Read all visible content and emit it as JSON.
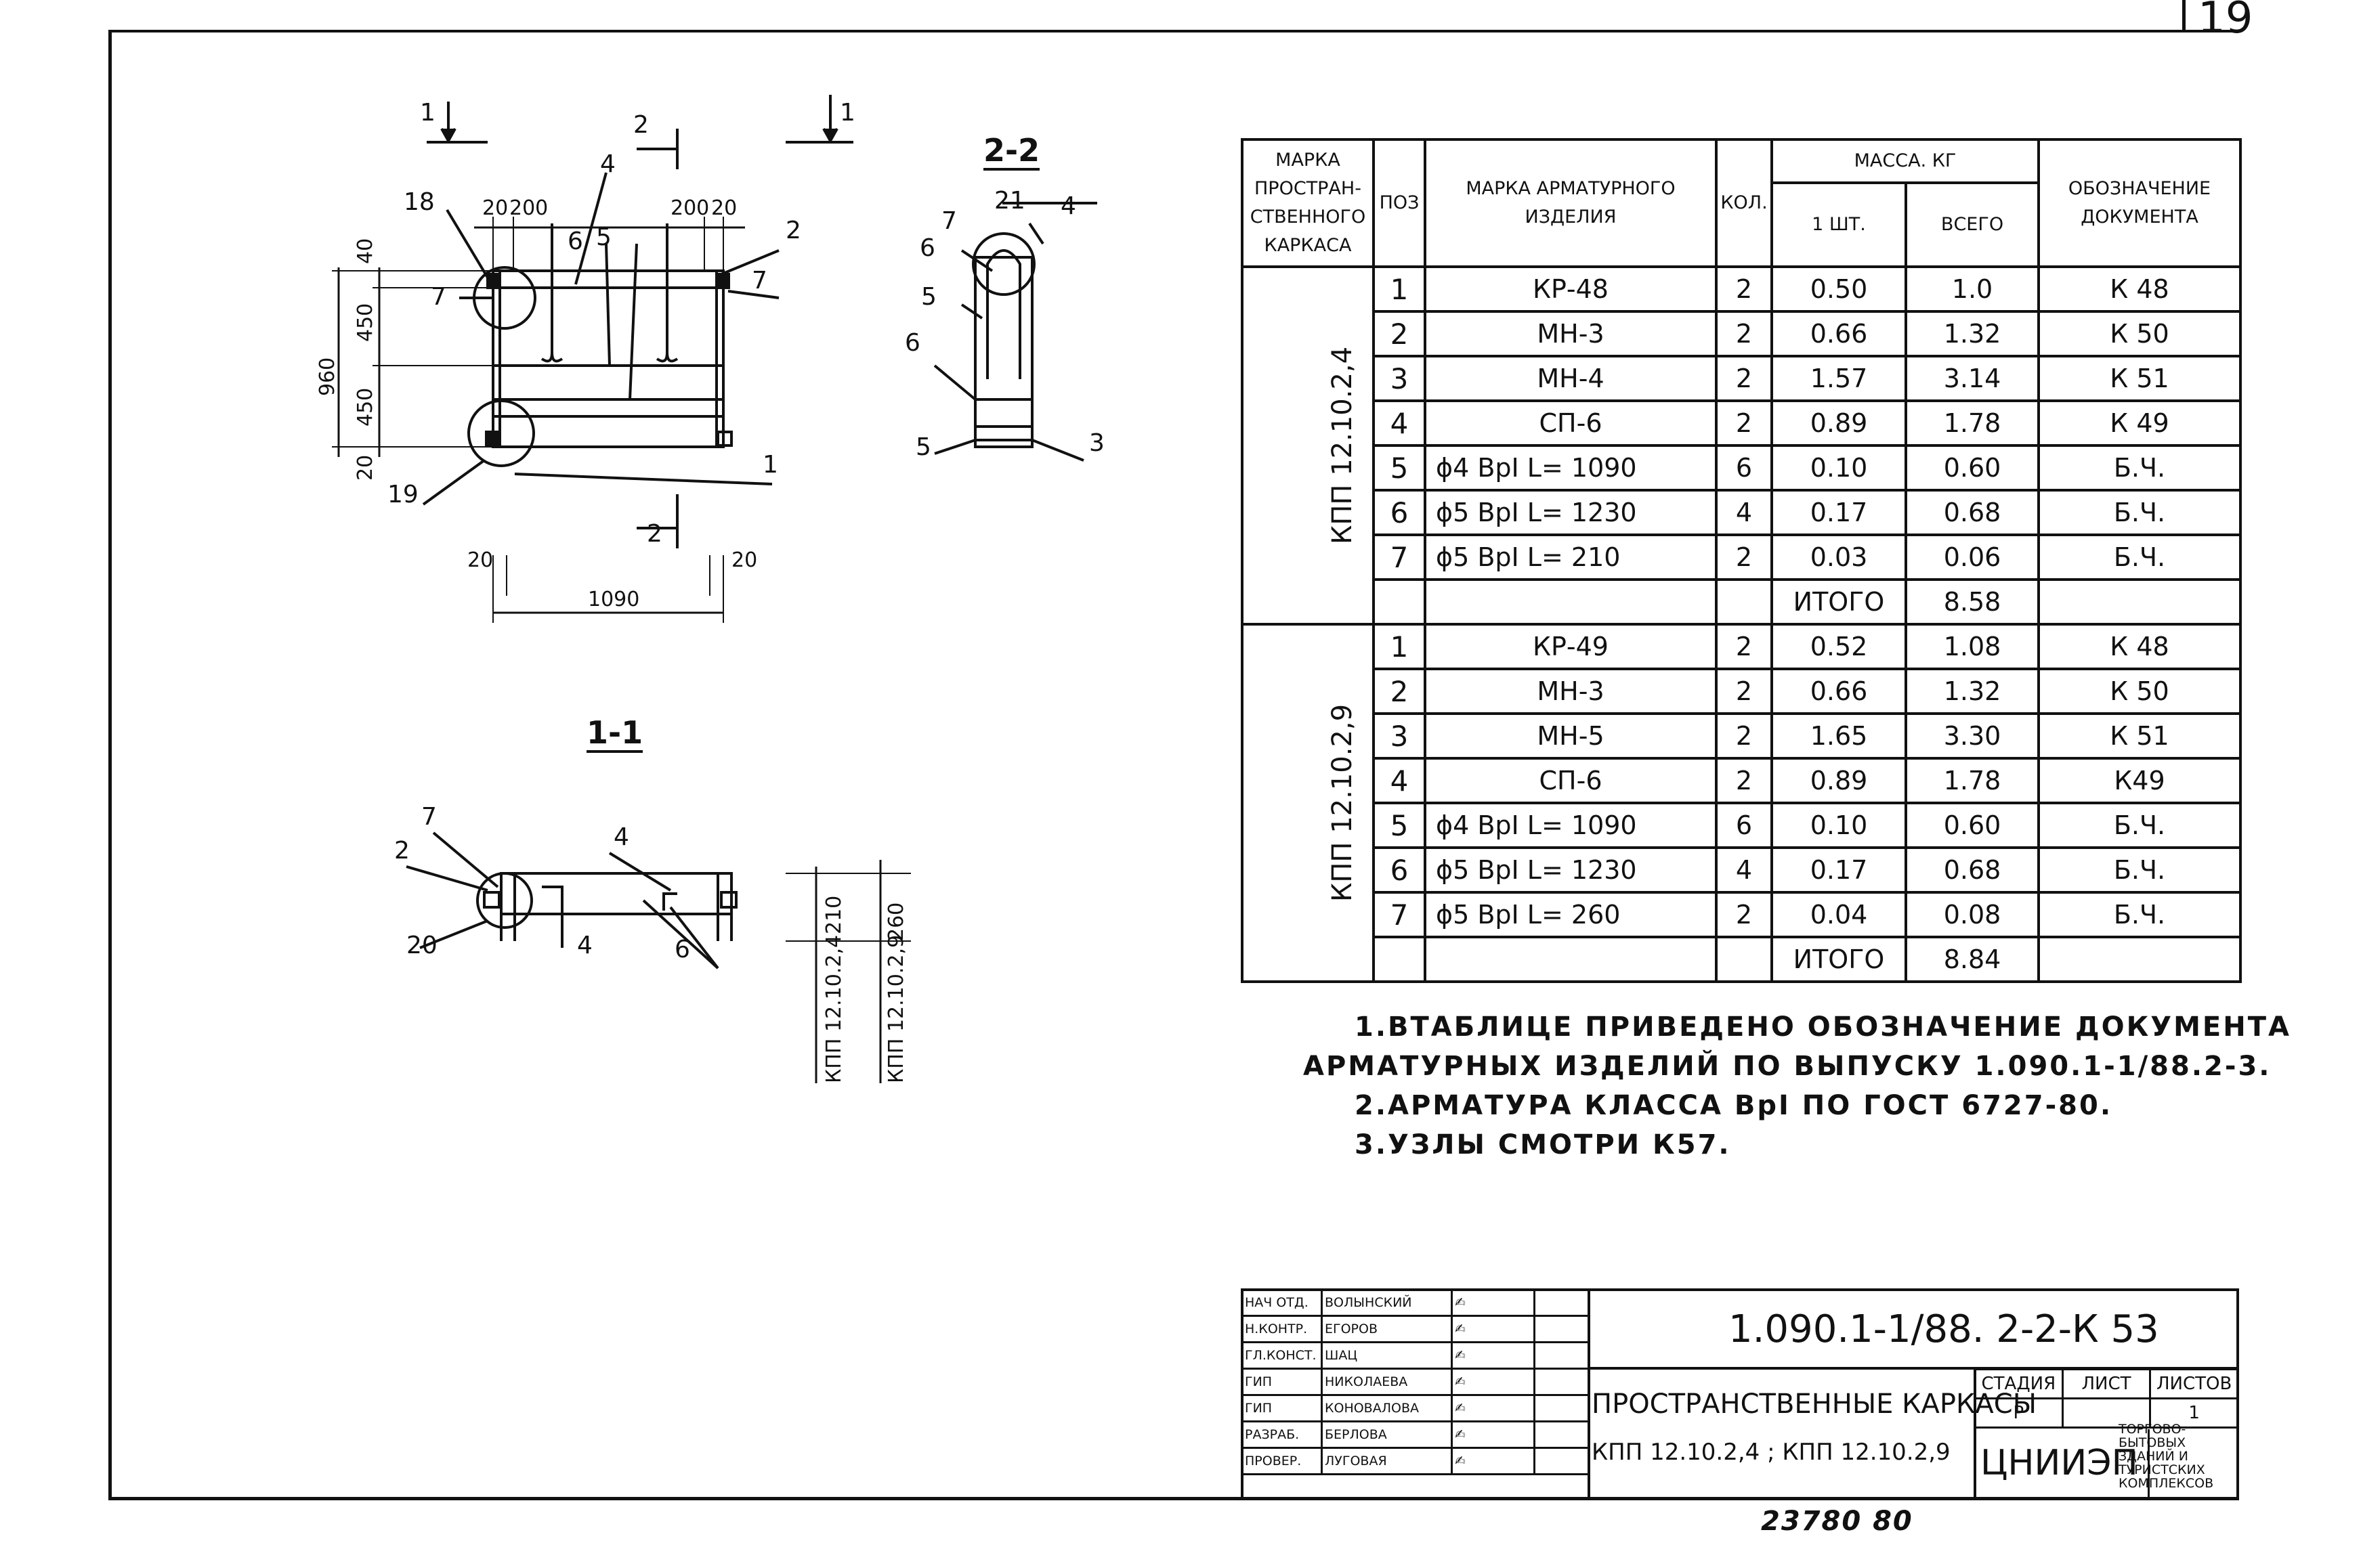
{
  "sheet": {
    "page_number": "19",
    "archive_number": "23780  80"
  },
  "drawing": {
    "plan_section_marks": [
      "1",
      "1",
      "2",
      "2"
    ],
    "section_titles": [
      "2-2",
      "1-1"
    ],
    "plan_labels": {
      "p18": "18",
      "p4": "4",
      "p6": "6",
      "p5": "5",
      "p2": "2",
      "p7a": "7",
      "p7b": "7",
      "p1": "1",
      "p19": "19"
    },
    "plan_dims": {
      "d20a": "20",
      "d200a": "200",
      "d200b": "200",
      "d20b": "20",
      "h960": "960",
      "h40": "40",
      "h450a": "450",
      "h450b": "450",
      "h20": "20",
      "w20a": "20",
      "w20b": "20",
      "w1090": "1090"
    },
    "sec22_labels": {
      "p7": "7",
      "p21": "21",
      "p4": "4",
      "p6a": "6",
      "p5a": "5",
      "p6b": "6",
      "p5b": "5",
      "p3": "3"
    },
    "sec11_labels": {
      "p7": "7",
      "p2": "2",
      "p20": "20",
      "p4a": "4",
      "p4b": "4",
      "p6": "6"
    },
    "sec11_dims": {
      "d210": "210",
      "d260": "260",
      "k1": "КПП 12.10.2,4",
      "k2": "КПП 12.10.2,9"
    }
  },
  "spec_table": {
    "headers": {
      "mark": "МАРКА ПРОСТРАН- СТВЕННОГО КАРКАСА",
      "pos": "ПОЗ",
      "item": "МАРКА АРМАТУРНОГО ИЗДЕЛИЯ",
      "qty": "КОЛ.",
      "mass": "МАССА. КГ",
      "mass_one": "1 ШТ.",
      "mass_total": "ВСЕГО",
      "doc": "ОБОЗНАЧЕНИЕ ДОКУМЕНТА"
    },
    "groups": [
      {
        "mark": "КПП 12.10.2,4",
        "rows": [
          {
            "pos": "1",
            "item": "КР-48",
            "qty": "2",
            "one": "0.50",
            "total": "1.0",
            "doc": "К 48"
          },
          {
            "pos": "2",
            "item": "МН-3",
            "qty": "2",
            "one": "0.66",
            "total": "1.32",
            "doc": "К 50"
          },
          {
            "pos": "3",
            "item": "МН-4",
            "qty": "2",
            "one": "1.57",
            "total": "3.14",
            "doc": "К 51"
          },
          {
            "pos": "4",
            "item": "СП-6",
            "qty": "2",
            "one": "0.89",
            "total": "1.78",
            "doc": "К 49"
          },
          {
            "pos": "5",
            "item": "ϕ4 ВрI L= 1090",
            "qty": "6",
            "one": "0.10",
            "total": "0.60",
            "doc": "Б.Ч."
          },
          {
            "pos": "6",
            "item": "ϕ5 ВрI L= 1230",
            "qty": "4",
            "one": "0.17",
            "total": "0.68",
            "doc": "Б.Ч."
          },
          {
            "pos": "7",
            "item": "ϕ5 ВрI L= 210",
            "qty": "2",
            "one": "0.03",
            "total": "0.06",
            "doc": "Б.Ч."
          }
        ],
        "total_label": "ИТОГО",
        "total": "8.58"
      },
      {
        "mark": "КПП 12.10.2,9",
        "rows": [
          {
            "pos": "1",
            "item": "КР-49",
            "qty": "2",
            "one": "0.52",
            "total": "1.08",
            "doc": "К 48"
          },
          {
            "pos": "2",
            "item": "МН-3",
            "qty": "2",
            "one": "0.66",
            "total": "1.32",
            "doc": "К 50"
          },
          {
            "pos": "3",
            "item": "МН-5",
            "qty": "2",
            "one": "1.65",
            "total": "3.30",
            "doc": "К 51"
          },
          {
            "pos": "4",
            "item": "СП-6",
            "qty": "2",
            "one": "0.89",
            "total": "1.78",
            "doc": "К49"
          },
          {
            "pos": "5",
            "item": "ϕ4 ВрI L= 1090",
            "qty": "6",
            "one": "0.10",
            "total": "0.60",
            "doc": "Б.Ч."
          },
          {
            "pos": "6",
            "item": "ϕ5 ВрI L= 1230",
            "qty": "4",
            "one": "0.17",
            "total": "0.68",
            "doc": "Б.Ч."
          },
          {
            "pos": "7",
            "item": "ϕ5 ВрI L= 260",
            "qty": "2",
            "one": "0.04",
            "total": "0.08",
            "doc": "Б.Ч."
          }
        ],
        "total_label": "ИТОГО",
        "total": "8.84"
      }
    ]
  },
  "notes": [
    "1.ВТАБЛИЦЕ ПРИВЕДЕНО ОБОЗНАЧЕНИЕ ДОКУМЕНТА",
    "АРМАТУРНЫХ ИЗДЕЛИЙ ПО ВЫПУСКУ 1.090.1-1/88.2-3.",
    "2.АРМАТУРА КЛАССА ВрI ПО ГОСТ 6727-80.",
    "3.УЗЛЫ СМОТРИ К57."
  ],
  "title_block": {
    "signatures": [
      {
        "role": "НАЧ ОТД.",
        "name": "ВОЛЫНСКИЙ"
      },
      {
        "role": "Н.КОНТР.",
        "name": "ЕГОРОВ"
      },
      {
        "role": "ГЛ.КОНСТ.",
        "name": "ШАЦ"
      },
      {
        "role": "ГИП",
        "name": "НИКОЛАЕВА"
      },
      {
        "role": "ГИП",
        "name": "КОНОВАЛОВА"
      },
      {
        "role": "РАЗРАБ.",
        "name": "БЕРЛОВА"
      },
      {
        "role": "ПРОВЕР.",
        "name": "ЛУГОВАЯ"
      }
    ],
    "doc_code": "1.090.1-1/88. 2-2-К 53",
    "title_line1": "ПРОСТРАНСТВЕННЫЕ КАРКАСЫ",
    "title_line2": "КПП 12.10.2,4 ; КПП 12.10.2,9",
    "stage_label": "СТАДИЯ",
    "sheet_label": "ЛИСТ",
    "sheets_label": "ЛИСТОВ",
    "stage": "Р",
    "sheet": "",
    "sheets": "1",
    "org": "ЦНИИЭП",
    "org_desc": "ТОРГОВО-БЫТОВЫХ ЗДАНИЙ И ТУРИСТСКИХ КОМПЛЕКСОВ"
  }
}
